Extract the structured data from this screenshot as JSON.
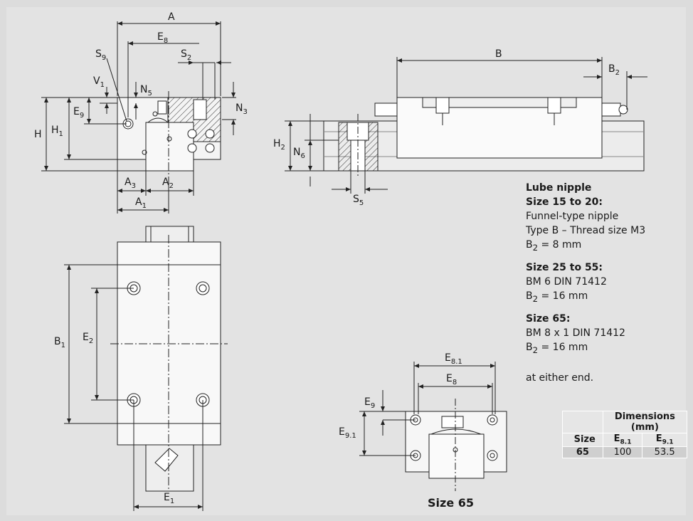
{
  "dimension_labels": {
    "A": "A",
    "E8": "E",
    "E8_sub": "8",
    "S9": "S",
    "S9_sub": "9",
    "V1": "V",
    "V1_sub": "1",
    "N5": "N",
    "N5_sub": "5",
    "S2": "S",
    "S2_sub": "2",
    "N3": "N",
    "N3_sub": "3",
    "E9": "E",
    "E9_sub": "9",
    "H": "H",
    "H1": "H",
    "H1_sub": "1",
    "A3": "A",
    "A3_sub": "3",
    "A2": "A",
    "A2_sub": "2",
    "A1": "A",
    "A1_sub": "1",
    "B": "B",
    "B2": "B",
    "B2_sub": "2",
    "H2": "H",
    "H2_sub": "2",
    "N6": "N",
    "N6_sub": "6",
    "S5": "S",
    "S5_sub": "5",
    "B1": "B",
    "B1_sub": "1",
    "E2": "E",
    "E2_sub": "2",
    "E1": "E",
    "E1_sub": "1",
    "E81": "E",
    "E81_sub": "8.1",
    "E8b": "E",
    "E8b_sub": "8",
    "E9b": "E",
    "E9b_sub": "9",
    "E91": "E",
    "E91_sub": "9.1"
  },
  "notes": {
    "title": "Lube nipple",
    "s1_head": "Size 15 to 20:",
    "s1_line1": "Funnel-type nipple",
    "s1_line2": "Type B – Thread size M3",
    "s1_b2": "B",
    "s1_b2_sub": "2",
    "s1_b2_val": " = 8 mm",
    "s2_head": "Size 25 to 55:",
    "s2_line1": "BM 6 DIN 71412",
    "s2_b2": "B",
    "s2_b2_sub": "2",
    "s2_b2_val": " = 16 mm",
    "s3_head": "Size 65:",
    "s3_line1": "BM 8 x 1 DIN 71412",
    "s3_b2": "B",
    "s3_b2_sub": "2",
    "s3_b2_val": " = 16 mm",
    "tail": "at either end."
  },
  "figure_label": "Size 65",
  "table": {
    "header_group": "Dimensions",
    "header_unit": "(mm)",
    "col_size": "Size",
    "col_e81": "E",
    "col_e81_sub": "8.1",
    "col_e91": "E",
    "col_e91_sub": "9.1",
    "rows": [
      {
        "size": "65",
        "e81": "100",
        "e91": "53.5"
      }
    ]
  }
}
